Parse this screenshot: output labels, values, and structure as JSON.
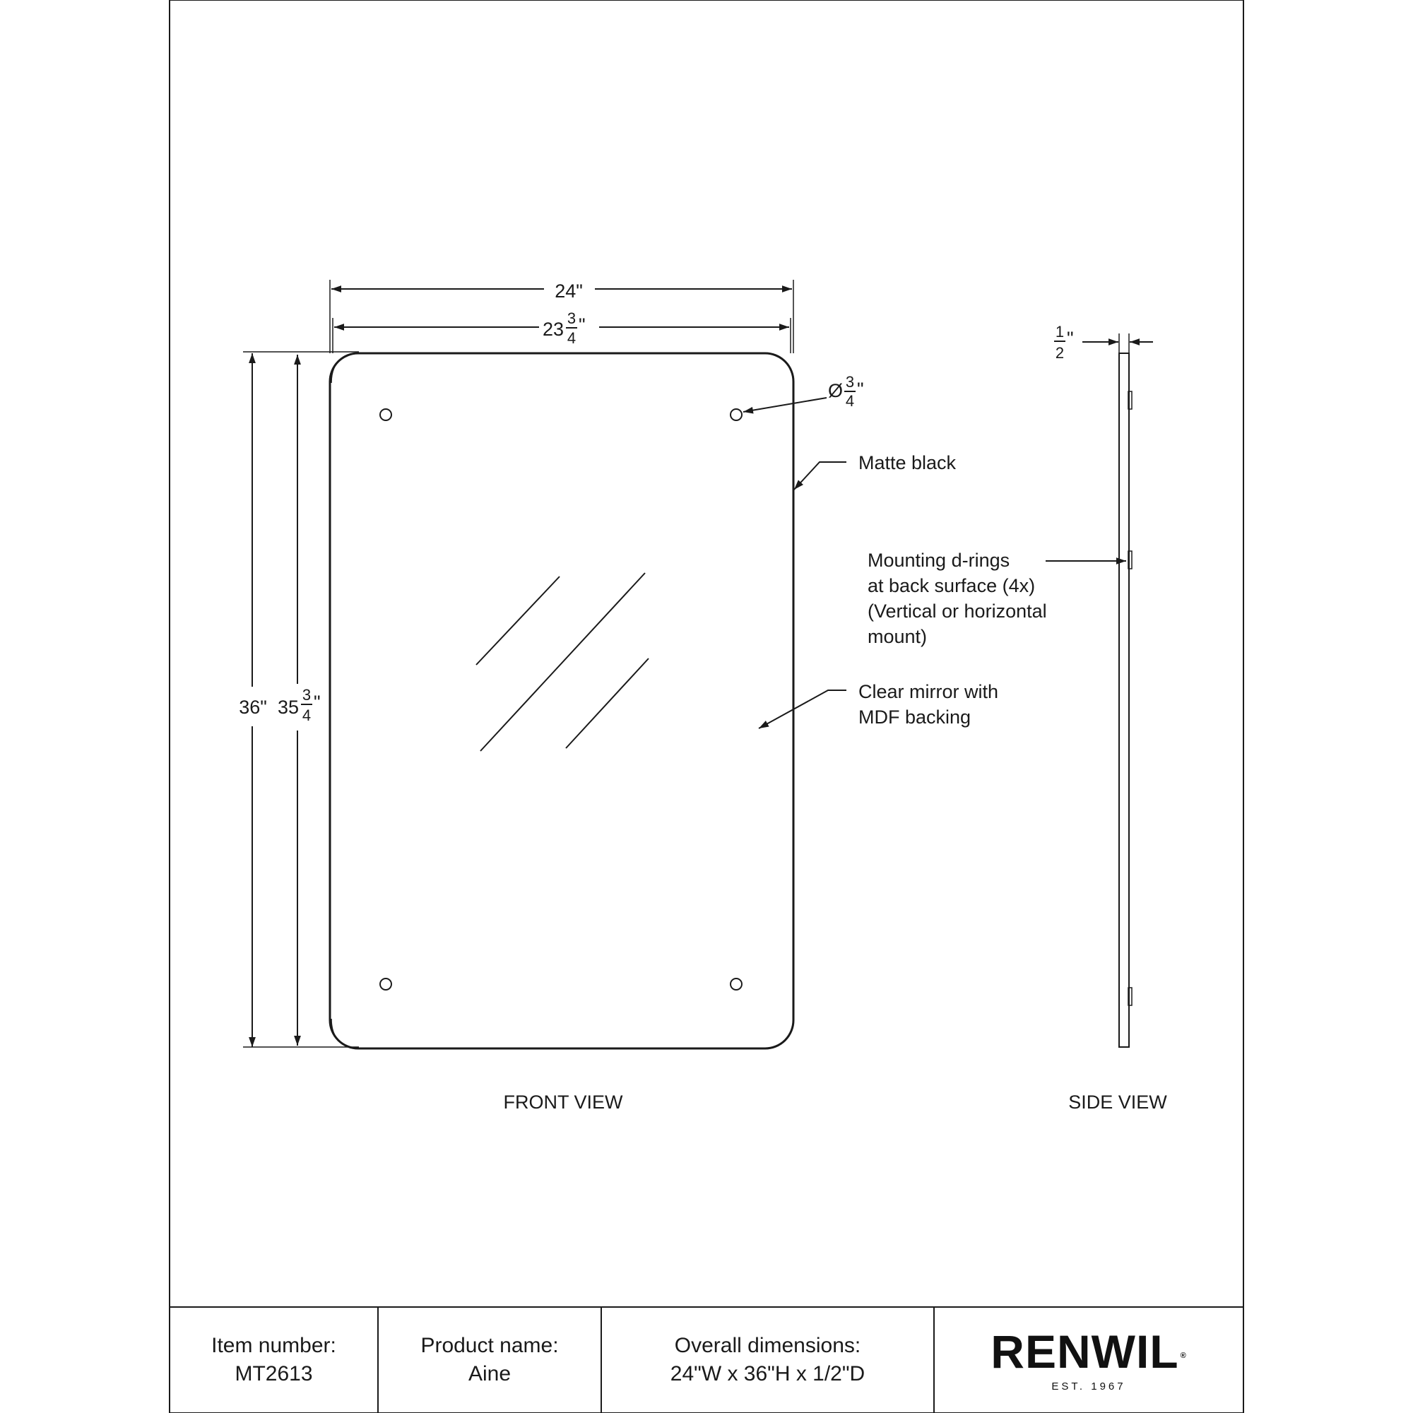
{
  "drawing": {
    "front_view_label": "FRONT VIEW",
    "side_view_label": "SIDE VIEW",
    "dimensions": {
      "overall_width": "24\"",
      "inner_width_whole": "23",
      "inner_height_whole": "35",
      "overall_height": "36\"",
      "fraction_three_quarter_num": "3",
      "fraction_three_quarter_den": "4",
      "fraction_half_num": "1",
      "fraction_half_den": "2",
      "inch_mark": "\"",
      "diameter_symbol": "Ø"
    },
    "callouts": {
      "matte_black": "Matte black",
      "d_rings_line1": "Mounting d-rings",
      "d_rings_line2": "at back surface (4x)",
      "d_rings_line3": "(Vertical or horizontal",
      "d_rings_line4": "mount)",
      "mirror_line1": "Clear mirror with",
      "mirror_line2": "MDF backing"
    }
  },
  "title_block": {
    "item_number_label": "Item number:",
    "item_number": "MT2613",
    "product_name_label": "Product name:",
    "product_name": "Aine",
    "overall_dimensions_label": "Overall dimensions:",
    "overall_dimensions": "24\"W x 36\"H x 1/2\"D",
    "brand": "RENWIL",
    "brand_mark": "®",
    "established": "EST. 1967"
  }
}
